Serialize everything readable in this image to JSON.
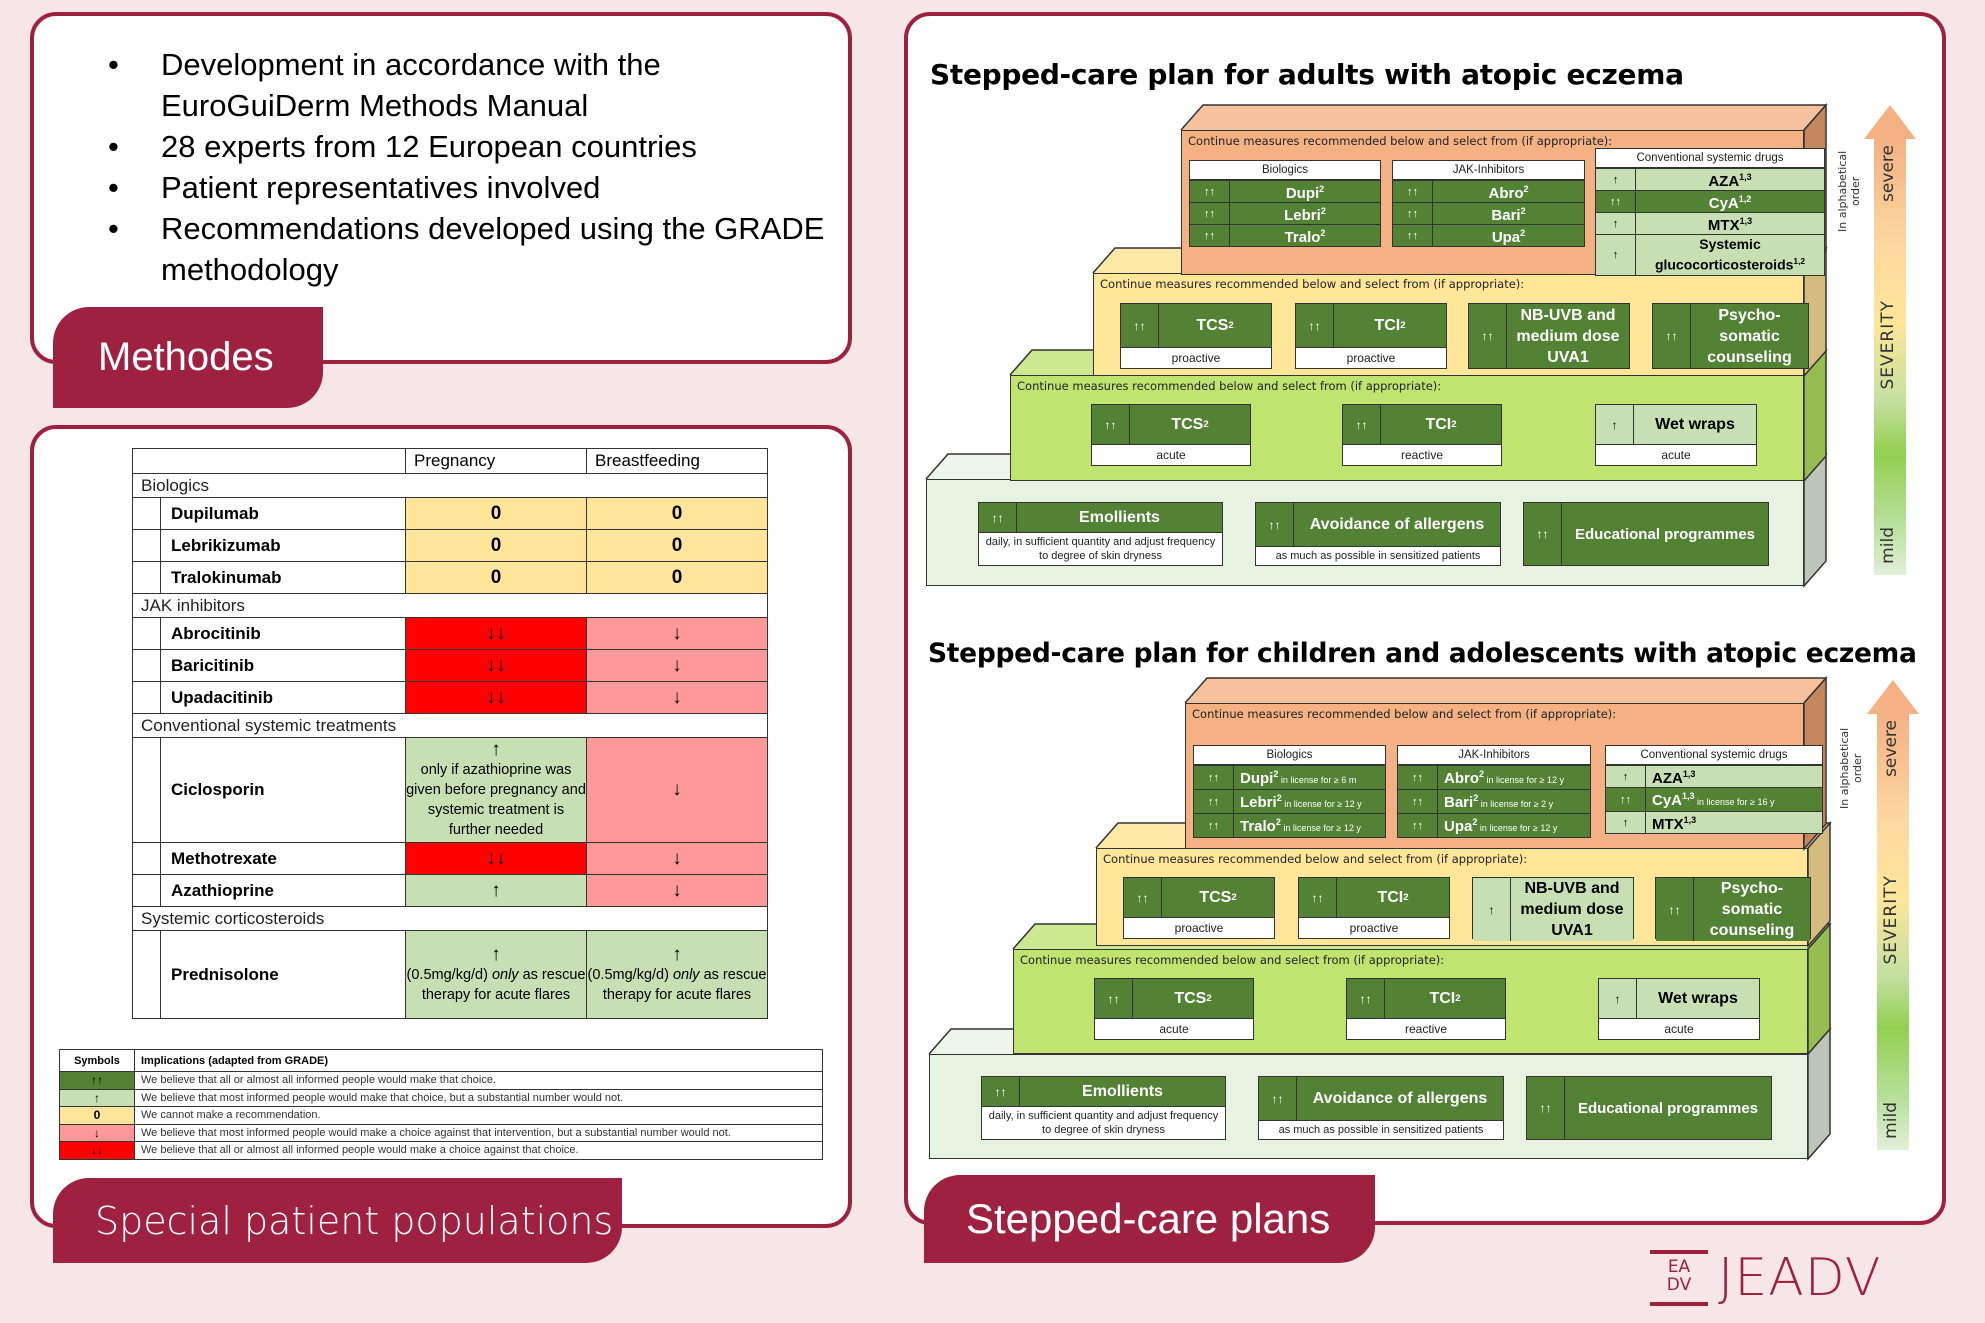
{
  "methods": {
    "title": "Methodes",
    "bullets": [
      "Development in accordance with the EuroGuiDerm Methods Manual",
      "28 experts from 12 European countries",
      "Patient representatives involved",
      "Recommendations developed using the GRADE methodology"
    ]
  },
  "special": {
    "title": "Special patient populations",
    "table": {
      "columns": [
        "Pregnancy",
        "Breastfeeding"
      ],
      "groups": [
        {
          "name": "Biologics",
          "rows": [
            {
              "drug": "Dupilumab",
              "pregnancy": {
                "symbol": "0",
                "level": "zero",
                "note": ""
              },
              "breastfeeding": {
                "symbol": "0",
                "level": "zero",
                "note": ""
              }
            },
            {
              "drug": "Lebrikizumab",
              "pregnancy": {
                "symbol": "0",
                "level": "zero",
                "note": ""
              },
              "breastfeeding": {
                "symbol": "0",
                "level": "zero",
                "note": ""
              }
            },
            {
              "drug": "Tralokinumab",
              "pregnancy": {
                "symbol": "0",
                "level": "zero",
                "note": ""
              },
              "breastfeeding": {
                "symbol": "0",
                "level": "zero",
                "note": ""
              }
            }
          ]
        },
        {
          "name": "JAK inhibitors",
          "rows": [
            {
              "drug": "Abrocitinib",
              "pregnancy": {
                "symbol": "↓↓",
                "level": "dd",
                "note": ""
              },
              "breastfeeding": {
                "symbol": "↓",
                "level": "d",
                "note": ""
              }
            },
            {
              "drug": "Baricitinib",
              "pregnancy": {
                "symbol": "↓↓",
                "level": "dd",
                "note": ""
              },
              "breastfeeding": {
                "symbol": "↓",
                "level": "d",
                "note": ""
              }
            },
            {
              "drug": "Upadacitinib",
              "pregnancy": {
                "symbol": "↓↓",
                "level": "dd",
                "note": ""
              },
              "breastfeeding": {
                "symbol": "↓",
                "level": "d",
                "note": ""
              }
            }
          ]
        },
        {
          "name": "Conventional systemic treatments",
          "rows": [
            {
              "drug": "Ciclosporin",
              "pregnancy": {
                "symbol": "↑",
                "level": "u",
                "note": "only if azathioprine was given before pregnancy and systemic treatment is further needed"
              },
              "breastfeeding": {
                "symbol": "↓",
                "level": "d",
                "note": ""
              }
            },
            {
              "drug": "Methotrexate",
              "pregnancy": {
                "symbol": "↓↓",
                "level": "dd",
                "note": ""
              },
              "breastfeeding": {
                "symbol": "↓",
                "level": "d",
                "note": ""
              }
            },
            {
              "drug": "Azathioprine",
              "pregnancy": {
                "symbol": "↑",
                "level": "u",
                "note": ""
              },
              "breastfeeding": {
                "symbol": "↓",
                "level": "d",
                "note": ""
              }
            }
          ]
        },
        {
          "name": "Systemic corticosteroids",
          "rows": [
            {
              "drug": "Prednisolone",
              "pregnancy": {
                "symbol": "↑",
                "level": "u",
                "note_pre": "(0.5mg/kg/d) ",
                "note_em": "only",
                "note_post": " as rescue therapy for acute flares"
              },
              "breastfeeding": {
                "symbol": "↑",
                "level": "u",
                "note_pre": "(0.5mg/kg/d) ",
                "note_em": "only",
                "note_post": " as rescue therapy for acute flares"
              }
            }
          ]
        }
      ]
    },
    "legend": {
      "headers": [
        "Symbols",
        "Implications (adapted from GRADE)"
      ],
      "rows": [
        {
          "symbol": "↑↑",
          "level": "uu",
          "text": "We believe that all or almost all informed people would make that choice."
        },
        {
          "symbol": "↑",
          "level": "u",
          "text": "We believe that most informed people would make that choice, but a substantial number would not."
        },
        {
          "symbol": "0",
          "level": "zero",
          "text": "We cannot make a recommendation."
        },
        {
          "symbol": "↓",
          "level": "d",
          "text": "We believe that most informed people would make a choice against that intervention, but a substantial number would not."
        },
        {
          "symbol": "↓↓",
          "level": "dd",
          "text": "We believe that all or almost all informed people would make a choice against that choice."
        }
      ]
    }
  },
  "stepped": {
    "title": "Stepped-care plans",
    "tier_note": "Continue measures recommended below and select from (if appropriate):",
    "alpha_note": "In alphabetical order",
    "severity": {
      "top": "severe",
      "middle": "SEVERITY",
      "bottom": "mild"
    },
    "plans": [
      {
        "title": "Stepped-care plan for adults with atopic eczema",
        "tier4": {
          "biologics": {
            "header": "Biologics",
            "rows": [
              {
                "arrow": "↑↑",
                "name": "Dupi",
                "sup": "2",
                "license": ""
              },
              {
                "arrow": "↑↑",
                "name": "Lebri",
                "sup": "2",
                "license": ""
              },
              {
                "arrow": "↑↑",
                "name": "Tralo",
                "sup": "2",
                "license": ""
              }
            ]
          },
          "jak": {
            "header": "JAK-Inhibitors",
            "rows": [
              {
                "arrow": "↑↑",
                "name": "Abro",
                "sup": "2",
                "license": ""
              },
              {
                "arrow": "↑↑",
                "name": "Bari",
                "sup": "2",
                "license": ""
              },
              {
                "arrow": "↑↑",
                "name": "Upa",
                "sup": "2",
                "license": ""
              }
            ]
          },
          "conventional": {
            "header": "Conventional systemic drugs",
            "rows": [
              {
                "arrow": "↑",
                "strength": "light",
                "name": "AZA",
                "sup": "1,3",
                "license": ""
              },
              {
                "arrow": "↑↑",
                "strength": "dark",
                "name": "CyA",
                "sup": "1,2",
                "license": ""
              },
              {
                "arrow": "↑",
                "strength": "light",
                "name": "MTX",
                "sup": "1,3",
                "license": ""
              },
              {
                "arrow": "↑",
                "strength": "light",
                "name": "Systemic glucocorticosteroids",
                "sup": "1,2",
                "license": ""
              }
            ]
          }
        },
        "tier3": [
          {
            "arrow": "↑↑",
            "strength": "dark",
            "label": "TCS",
            "sup": "2",
            "sub": "proactive"
          },
          {
            "arrow": "↑↑",
            "strength": "dark",
            "label": "TCI",
            "sup": "2",
            "sub": "proactive"
          },
          {
            "arrow": "↑↑",
            "strength": "dark",
            "label": "NB-UVB and medium dose UVA1",
            "sup": "",
            "sub": ""
          },
          {
            "arrow": "↑↑",
            "strength": "dark",
            "label": "Psycho-somatic counseling",
            "sup": "",
            "sub": ""
          }
        ],
        "tier2": [
          {
            "arrow": "↑↑",
            "strength": "dark",
            "label": "TCS",
            "sup": "2",
            "sub": "acute"
          },
          {
            "arrow": "↑↑",
            "strength": "dark",
            "label": "TCI",
            "sup": "2",
            "sub": "reactive"
          },
          {
            "arrow": "↑",
            "strength": "light",
            "label": "Wet wraps",
            "sup": "",
            "sub": "acute"
          }
        ],
        "tier1": [
          {
            "arrow": "↑↑",
            "strength": "dark",
            "label": "Emollients",
            "sub": "daily, in sufficient quantity and adjust frequency to degree of skin dryness"
          },
          {
            "arrow": "↑↑",
            "strength": "dark",
            "label": "Avoidance of allergens",
            "sub": "as much as possible in sensitized patients"
          },
          {
            "arrow": "↑↑",
            "strength": "dark",
            "label": "Educational programmes",
            "sub": ""
          }
        ]
      },
      {
        "title": "Stepped-care plan for children and adolescents with atopic eczema",
        "tier4": {
          "biologics": {
            "header": "Biologics",
            "rows": [
              {
                "arrow": "↑↑",
                "name": "Dupi",
                "sup": "2",
                "license": "in license for ≥ 6 m"
              },
              {
                "arrow": "↑↑",
                "name": "Lebri",
                "sup": "2",
                "license": "in license for ≥ 12 y"
              },
              {
                "arrow": "↑↑",
                "name": "Tralo",
                "sup": "2",
                "license": "in license for ≥ 12 y"
              }
            ]
          },
          "jak": {
            "header": "JAK-Inhibitors",
            "rows": [
              {
                "arrow": "↑↑",
                "name": "Abro",
                "sup": "2",
                "license": "in license for ≥ 12 y"
              },
              {
                "arrow": "↑↑",
                "name": "Bari",
                "sup": "2",
                "license": "in license for ≥ 2 y"
              },
              {
                "arrow": "↑↑",
                "name": "Upa",
                "sup": "2",
                "license": "in license for ≥ 12 y"
              }
            ]
          },
          "conventional": {
            "header": "Conventional systemic drugs",
            "rows": [
              {
                "arrow": "↑",
                "strength": "light",
                "name": "AZA",
                "sup": "1,3",
                "license": ""
              },
              {
                "arrow": "↑↑",
                "strength": "dark",
                "name": "CyA",
                "sup": "1,3",
                "license": "in license for ≥ 16 y"
              },
              {
                "arrow": "↑",
                "strength": "light",
                "name": "MTX",
                "sup": "1,3",
                "license": ""
              }
            ]
          }
        },
        "tier3": [
          {
            "arrow": "↑↑",
            "strength": "dark",
            "label": "TCS",
            "sup": "2",
            "sub": "proactive"
          },
          {
            "arrow": "↑↑",
            "strength": "dark",
            "label": "TCI",
            "sup": "2",
            "sub": "proactive"
          },
          {
            "arrow": "↑",
            "strength": "light",
            "label": "NB-UVB and medium dose UVA1",
            "sup": "",
            "sub": ""
          },
          {
            "arrow": "↑↑",
            "strength": "dark",
            "label": "Psycho-somatic counseling",
            "sup": "",
            "sub": ""
          }
        ],
        "tier2": [
          {
            "arrow": "↑↑",
            "strength": "dark",
            "label": "TCS",
            "sup": "2",
            "sub": "acute"
          },
          {
            "arrow": "↑↑",
            "strength": "dark",
            "label": "TCI",
            "sup": "2",
            "sub": "reactive"
          },
          {
            "arrow": "↑",
            "strength": "light",
            "label": "Wet wraps",
            "sup": "",
            "sub": "acute"
          }
        ],
        "tier1": [
          {
            "arrow": "↑↑",
            "strength": "dark",
            "label": "Emollients",
            "sub": "daily, in sufficient quantity and adjust frequency to degree of skin dryness"
          },
          {
            "arrow": "↑↑",
            "strength": "dark",
            "label": "Avoidance of allergens",
            "sub": "as much as possible in sensitized patients"
          },
          {
            "arrow": "↑↑",
            "strength": "dark",
            "label": "Educational programmes",
            "sub": ""
          }
        ]
      }
    ]
  },
  "colors": {
    "brand": "#9e2240",
    "background": "#f6e6e7",
    "strong_for": "#548235",
    "weak_for": "#c6e0b4",
    "no_recommendation": "#fee599",
    "weak_against": "#ff9999",
    "strong_against": "#ff0000",
    "tier4": "#f4b183",
    "tier3": "#ffe699",
    "tier2": "#bfe46f",
    "tier1": "#e8f2e0"
  },
  "logo": {
    "mark_top": "EA",
    "mark_bottom": "DV",
    "wordmark": "JEADV"
  }
}
